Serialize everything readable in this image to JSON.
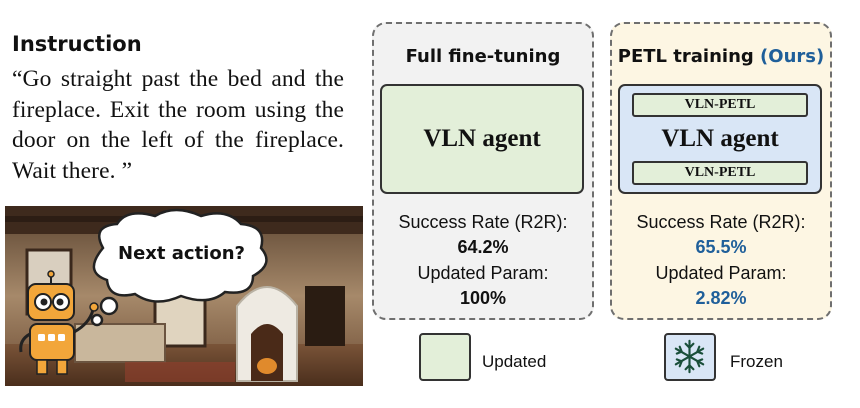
{
  "instruction": {
    "heading": "Instruction",
    "text": "“Go straight past the bed and the fireplace. Exit the room using the door on the left of the fireplace. Wait there. ”"
  },
  "scene": {
    "bubble_text": "Next action?"
  },
  "full_finetuning": {
    "title": "Full fine-tuning",
    "agent_label": "VLN agent",
    "success_label": "Success Rate (R2R):",
    "success_value": "64.2%",
    "param_label": "Updated Param:",
    "param_value": "100%"
  },
  "petl_training": {
    "title_main": "PETL training",
    "title_ours": "(Ours)",
    "agent_label": "VLN agent",
    "module_top": "VLN-PETL",
    "module_bottom": "VLN-PETL",
    "success_label": "Success Rate (R2R):",
    "success_value": "65.5%",
    "param_label": "Updated Param:",
    "param_value": "2.82%"
  },
  "legend": {
    "updated_label": "Updated",
    "frozen_label": "Frozen",
    "frozen_icon": "snowflake-icon"
  },
  "colors": {
    "updated_fill": "#e3efd9",
    "frozen_fill": "#d9e6f6",
    "highlight_blue": "#1f5f9a",
    "full_panel_bg": "#f2f2f2",
    "petl_panel_bg": "#fdf6e3"
  }
}
